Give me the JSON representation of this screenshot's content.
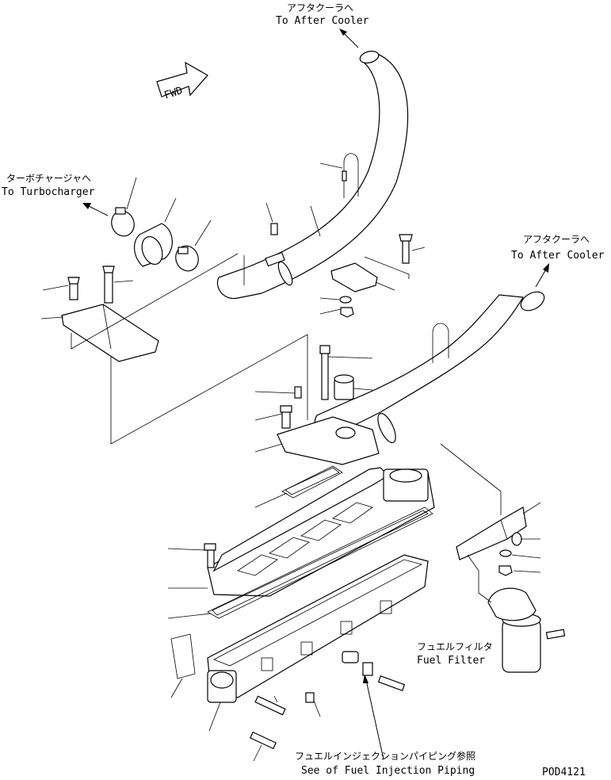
{
  "labels": {
    "after_cooler_top_jp": "アフタクーラへ",
    "after_cooler_top_en": "To After Cooler",
    "turbo_jp": "ターボチャージャへ",
    "turbo_en": "To Turbocharger",
    "after_cooler_right_jp": "アフタクーラへ",
    "after_cooler_right_en": "To After Cooler",
    "fuel_filter_jp": "フュエルフィルタ",
    "fuel_filter_en": "Fuel Filter",
    "injection_jp": "フュエルインジェクションパイピング参照",
    "injection_en": "See of Fuel Injection Piping",
    "fwd": "FWD",
    "drawing_code": "POD4121"
  },
  "icons": {
    "direction_arrow": "fwd-arrow-icon",
    "flow_arrow": "arrow-icon"
  }
}
